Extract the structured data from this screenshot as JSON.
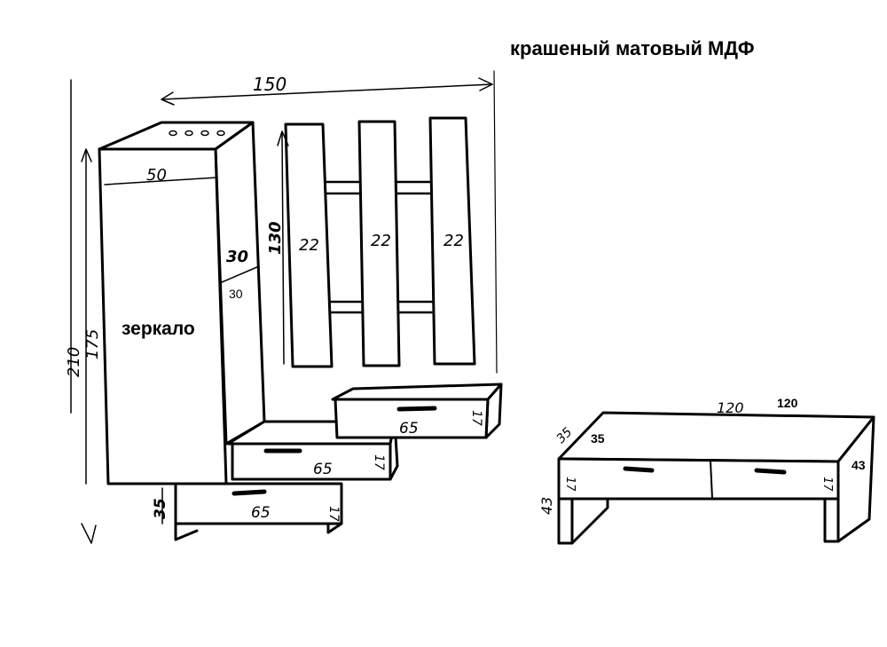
{
  "title": "крашеный матовый МДФ",
  "wardrobe": {
    "mirror_label": "зеркало",
    "width_label": "50",
    "depth_label": "30",
    "depth_typed_label": "30",
    "height_total_label": "210",
    "height_body_label": "175",
    "plinth_label": "35"
  },
  "overall_width_label": "150",
  "rack": {
    "height_label": "130",
    "board_labels": [
      "22",
      "22",
      "22"
    ]
  },
  "drawers": [
    {
      "width_label": "65",
      "height_label": "17"
    },
    {
      "width_label": "65",
      "height_label": "17"
    },
    {
      "width_label": "65",
      "height_label": "17"
    }
  ],
  "table": {
    "width_hand_label": "120",
    "width_typed_label": "120",
    "depth_hand_label": "35",
    "depth_typed_label": "35",
    "height_hand_label": "43",
    "height_typed_label": "43",
    "drawer_height_labels": [
      "17",
      "17"
    ]
  }
}
